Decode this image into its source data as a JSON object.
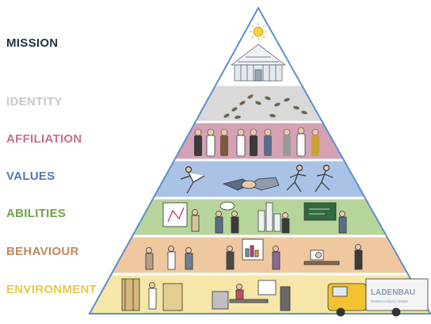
{
  "levels": [
    {
      "key": "mission",
      "label": "MISSION",
      "label_color": "#1f3344",
      "band_color": "#ffffff"
    },
    {
      "key": "identity",
      "label": "IDENTITY",
      "label_color": "#c9c9c9",
      "band_color": "#d9d9d9"
    },
    {
      "key": "affiliation",
      "label": "AFFILIATION",
      "label_color": "#c86f8a",
      "band_color": "#d4a2b4"
    },
    {
      "key": "values",
      "label": "VALUES",
      "label_color": "#4f7ab8",
      "band_color": "#a9c2e6"
    },
    {
      "key": "abilities",
      "label": "ABILITIES",
      "label_color": "#6fa24d",
      "band_color": "#b6d59a"
    },
    {
      "key": "behaviour",
      "label": "BEHAVIOUR",
      "label_color": "#c4865b",
      "band_color": "#efc8a0"
    },
    {
      "key": "environment",
      "label": "ENVIRONMENT",
      "label_color": "#e8c84a",
      "band_color": "#f6e7a8"
    }
  ],
  "illustrations": {
    "mission": [
      "sun-icon",
      "cathedral-icon"
    ],
    "identity": [
      "footprints-icon"
    ],
    "affiliation": [
      "people-group-icon"
    ],
    "values": [
      "karate-kick-icon",
      "handshake-icon",
      "runners-icon"
    ],
    "abilities": [
      "painter-icon",
      "discussion-icon",
      "skyline-icon",
      "classroom-icon"
    ],
    "behaviour": [
      "argument-icon",
      "presentation-icon",
      "desk-worker-icon"
    ],
    "environment": [
      "carpenter-icon",
      "office-desk-icon",
      "delivery-truck-icon"
    ]
  },
  "truck_sign": {
    "line1": "LADENBAU",
    "line2": "INNENAUSBAU GMBH"
  }
}
